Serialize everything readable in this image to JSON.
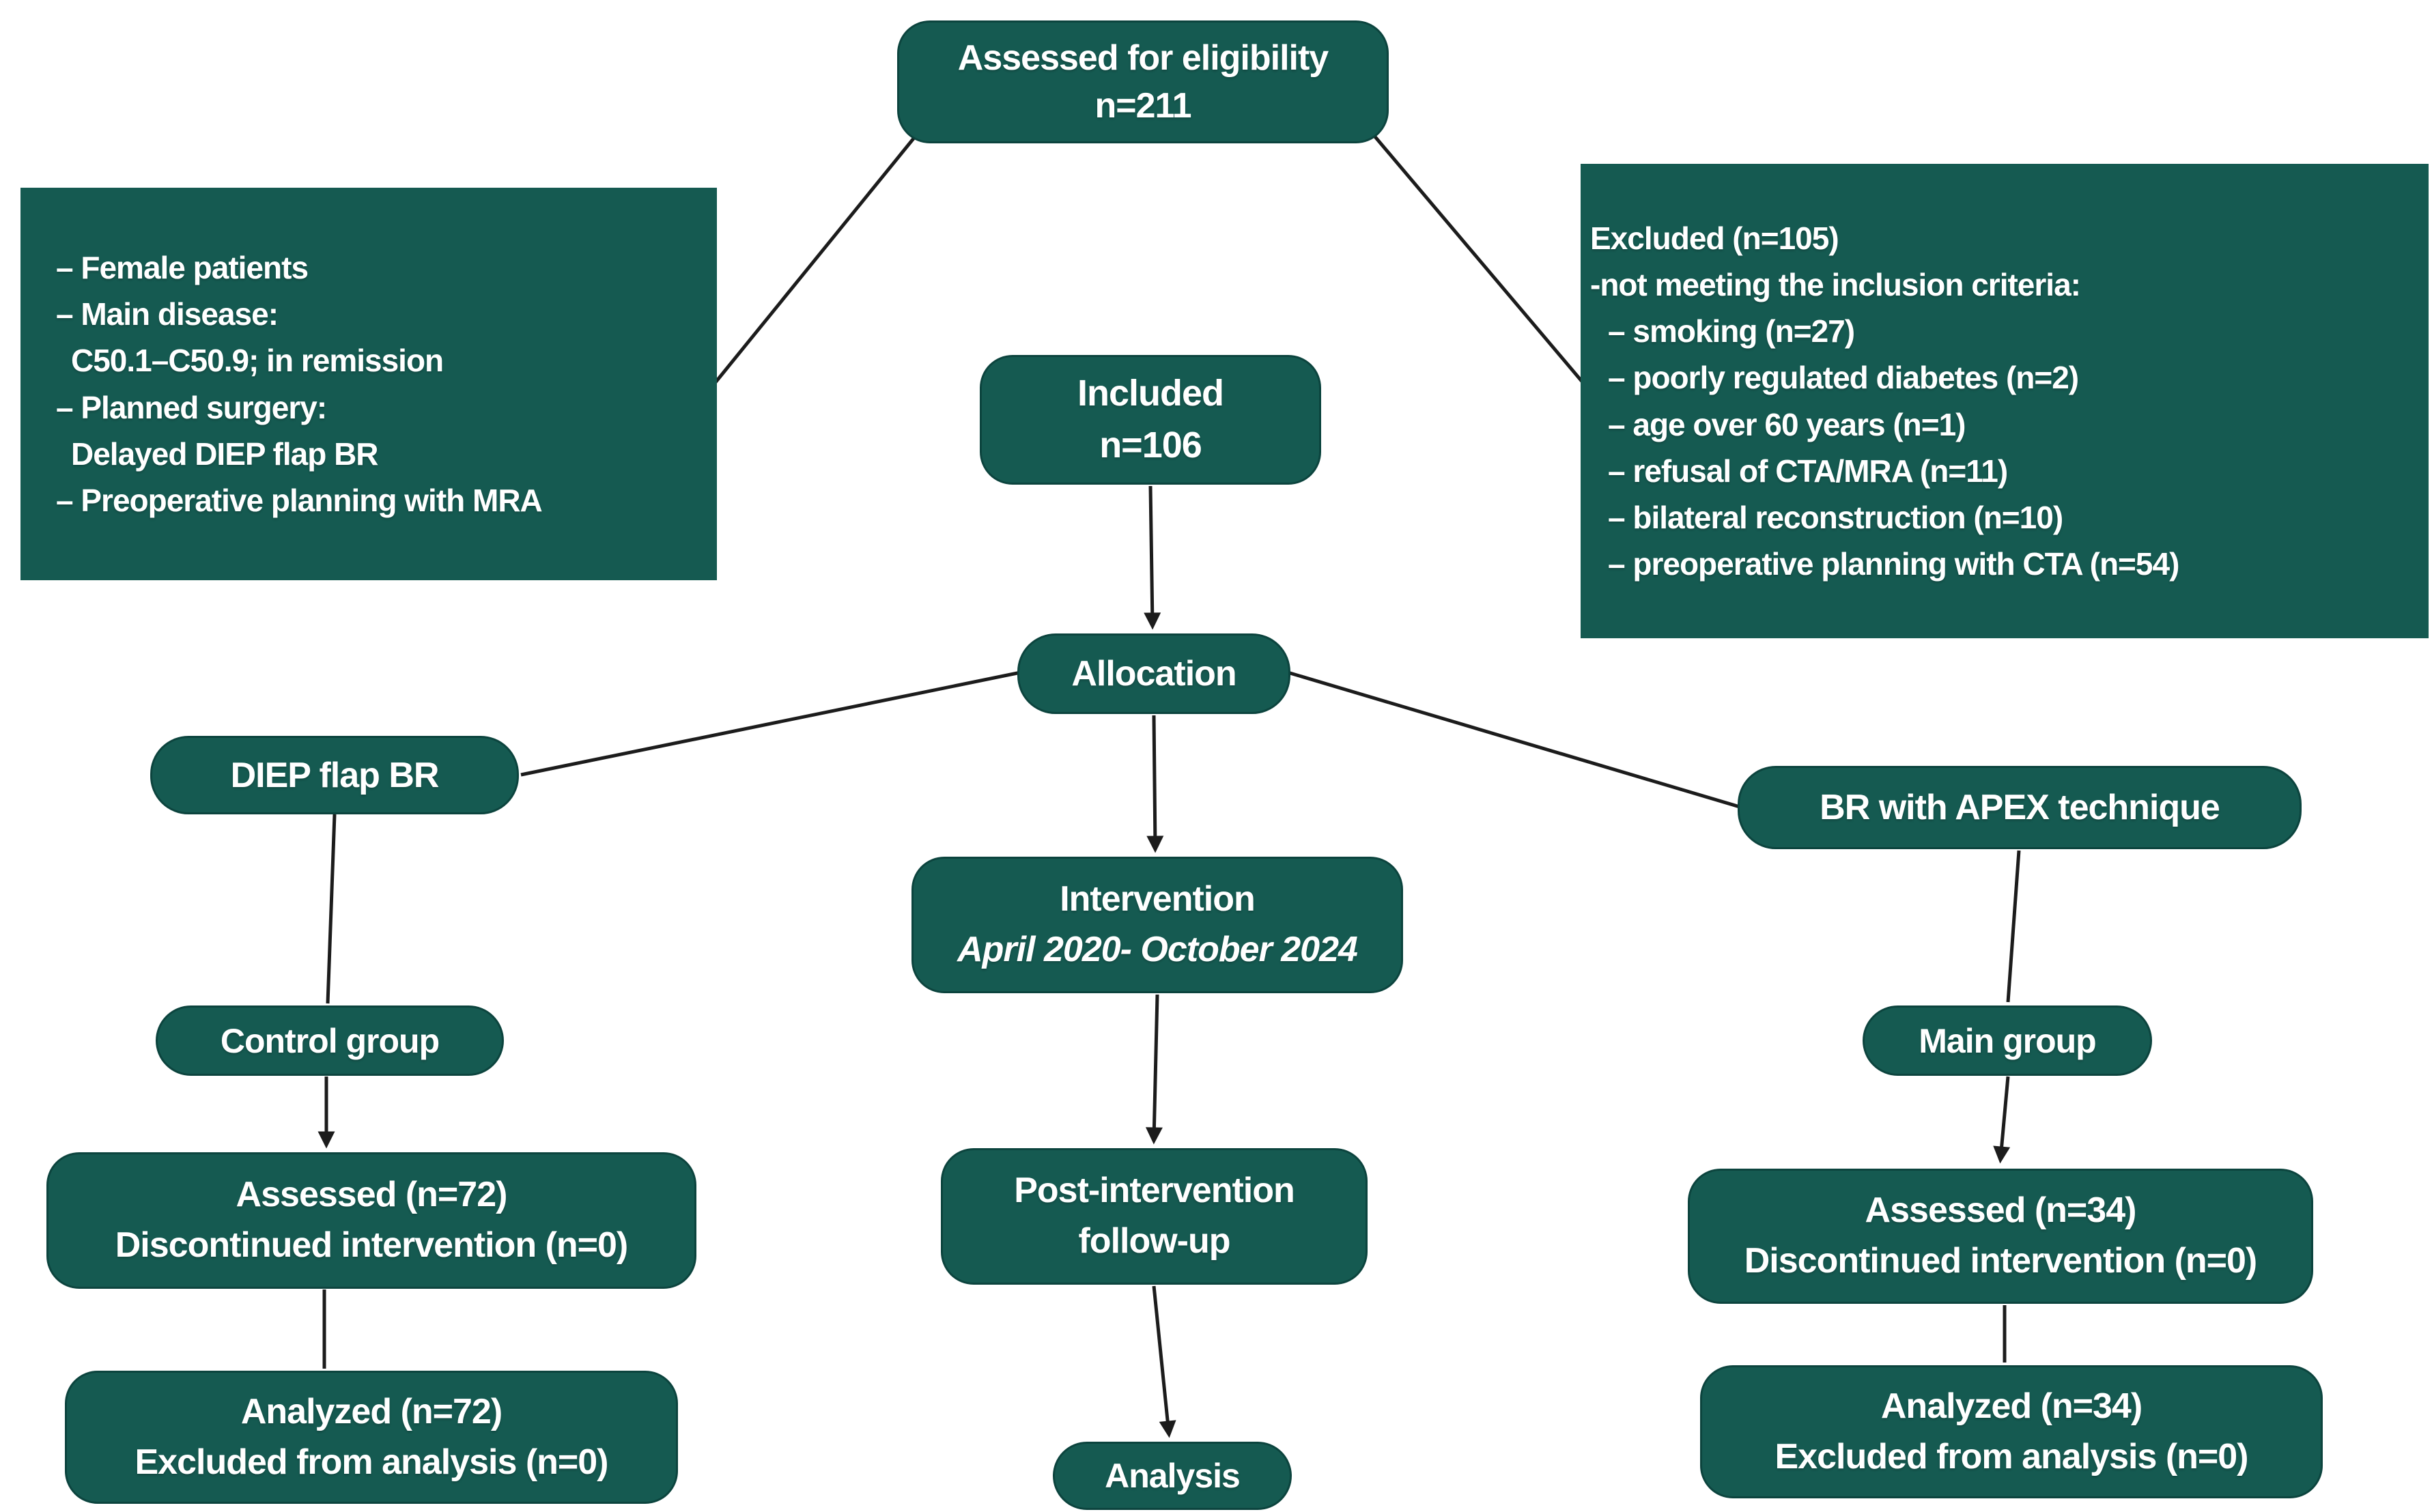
{
  "colors": {
    "box_fill": "#155a51",
    "box_border": "#0c443e",
    "text": "#ffffff",
    "connector_line": "#1c1c1c",
    "background": "#ffffff"
  },
  "nodes": {
    "eligibility": {
      "line1": "Assessed for eligibility",
      "line2": "n=211"
    },
    "inclusion_criteria": {
      "lines": [
        "– Female patients",
        "– Main disease:",
        "C50.1–C50.9; in remission",
        "– Planned surgery:",
        "Delayed DIEP flap BR",
        "– Preoperative planning with MRA"
      ]
    },
    "excluded": {
      "lines": [
        "Excluded (n=105)",
        "-not meeting the inclusion criteria:",
        "– smoking (n=27)",
        "– poorly regulated diabetes (n=2)",
        "– age over 60 years (n=1)",
        "– refusal of CTA/MRA (n=11)",
        "– bilateral reconstruction (n=10)",
        "– preoperative planning with CTA (n=54)"
      ]
    },
    "included": {
      "line1": "Included",
      "line2": "n=106"
    },
    "allocation": {
      "label": "Allocation"
    },
    "diep": {
      "label": "DIEP flap BR"
    },
    "apex": {
      "label": "BR with APEX technique"
    },
    "intervention": {
      "line1": "Intervention",
      "line2": "April 2020- October 2024"
    },
    "control": {
      "label": "Control group"
    },
    "main": {
      "label": "Main group"
    },
    "assessed_control": {
      "line1": "Assessed (n=72)",
      "line2": "Discontinued intervention (n=0)"
    },
    "post_intervention": {
      "line1": "Post-intervention",
      "line2": "follow-up"
    },
    "assessed_main": {
      "line1": "Assessed (n=34)",
      "line2": "Discontinued intervention (n=0)"
    },
    "analyzed_control": {
      "line1": "Analyzed (n=72)",
      "line2": "Excluded from analysis (n=0)"
    },
    "analysis": {
      "label": "Analysis"
    },
    "analyzed_main": {
      "line1": "Analyzed (n=34)",
      "line2": "Excluded from analysis (n=0)"
    }
  }
}
